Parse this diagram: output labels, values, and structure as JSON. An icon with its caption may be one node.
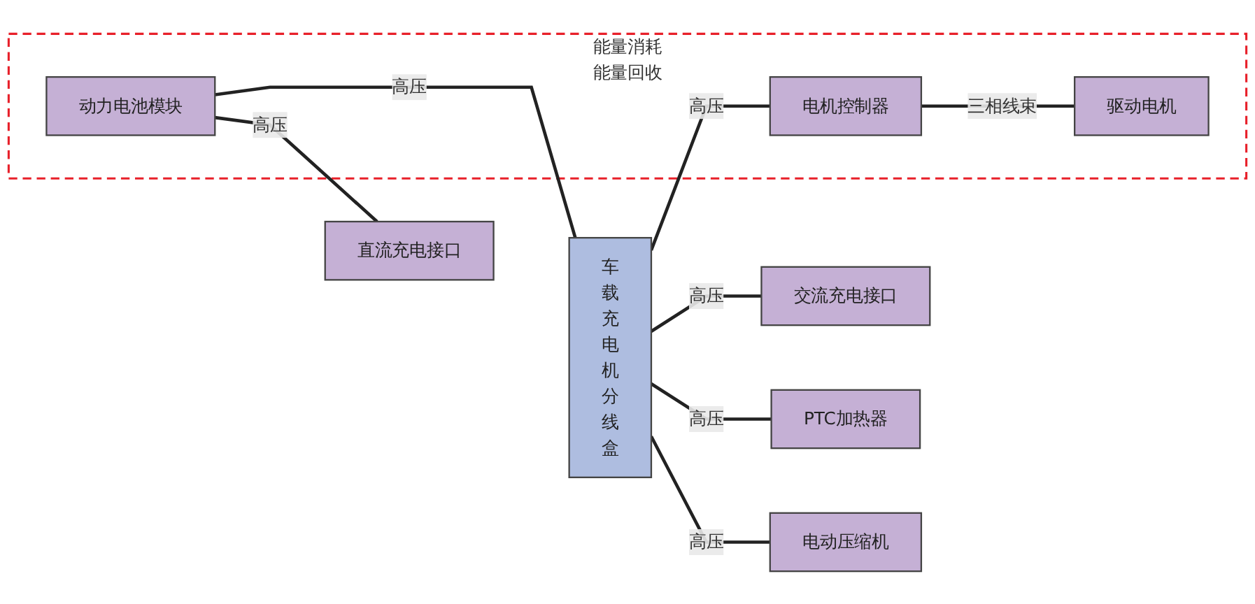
{
  "diagram": {
    "nodes": [
      {
        "text": [
          "能量消耗",
          "能量回收"
        ]
      },
      {
        "text": [
          "动力电池模块"
        ],
        "in": 0
      },
      {
        "text": [
          "车载充电机分线盒"
        ]
      },
      {
        "text": [
          "电机控制器"
        ],
        "in": 0
      },
      {
        "text": [
          "驱动电机"
        ],
        "in": 0
      },
      {
        "text": [
          "直流充电接口"
        ]
      },
      {
        "text": [
          "交流充电接口"
        ]
      },
      {
        "text": [
          "PTC加热器"
        ]
      },
      {
        "text": [
          "电动压缩机"
        ]
      }
    ],
    "edges": [
      {
        "from": 1,
        "to": 2,
        "arrow": "none",
        "label": "高压"
      },
      {
        "from": 2,
        "to": 3,
        "arrow": "none",
        "label": "高压"
      },
      {
        "from": 3,
        "to": 4,
        "arrow": "none",
        "label": "三相线束"
      },
      {
        "from": 1,
        "to": 5,
        "arrow": "none",
        "label": "高压"
      },
      {
        "from": 2,
        "to": 6,
        "arrow": "none",
        "label": "高压"
      },
      {
        "from": 2,
        "to": 7,
        "arrow": "none",
        "label": "高压"
      },
      {
        "from": 2,
        "to": 8,
        "arrow": "none",
        "label": "高压"
      }
    ]
  }
}
